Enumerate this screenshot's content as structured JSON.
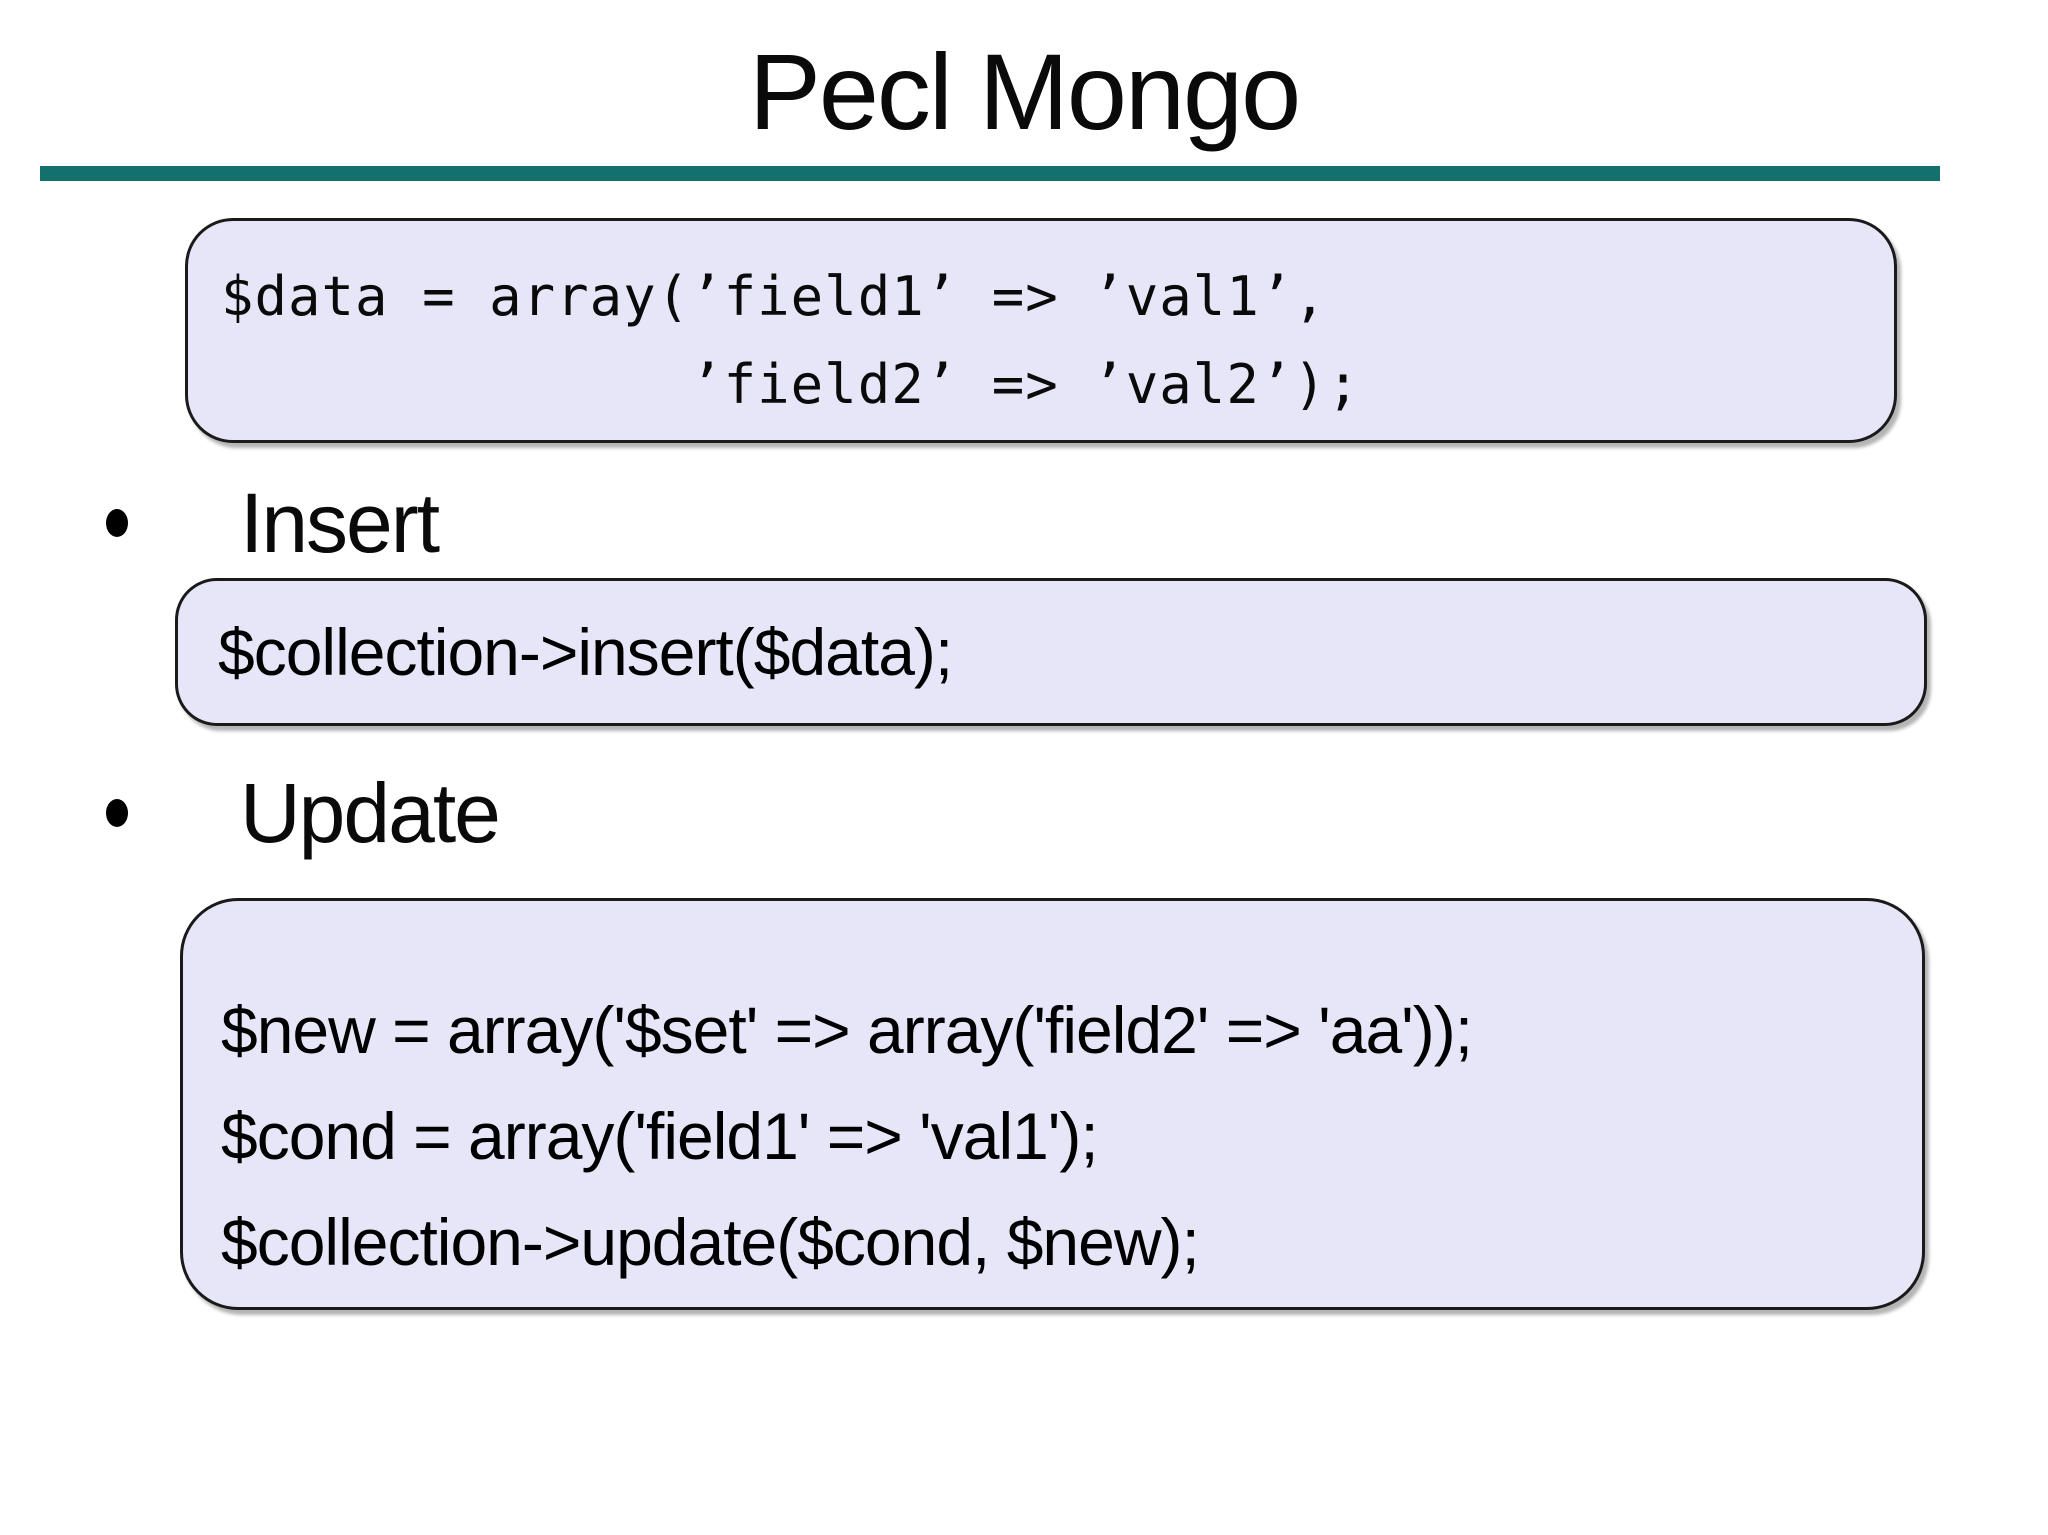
{
  "slide": {
    "title": "Pecl Mongo",
    "colors": {
      "accent_teal": "#14706a",
      "code_box_bg": "#e6e6f8",
      "code_box_border": "#1a1a1a",
      "text": "#0a0a0a"
    },
    "bullets": [
      {
        "label": "Insert"
      },
      {
        "label": "Update"
      }
    ],
    "code_box_data": {
      "lines": [
        "$data = array(’field1’ => ’val1’,",
        "              ’field2’ => ’val2’);"
      ]
    },
    "code_box_insert": {
      "lines": [
        "$collection->insert($data);"
      ]
    },
    "code_box_update": {
      "lines": [
        "$new = array('$set' => array('field2' => 'aa'));",
        "$cond = array('field1' => 'val1');",
        "$collection->update($cond, $new);"
      ]
    }
  }
}
